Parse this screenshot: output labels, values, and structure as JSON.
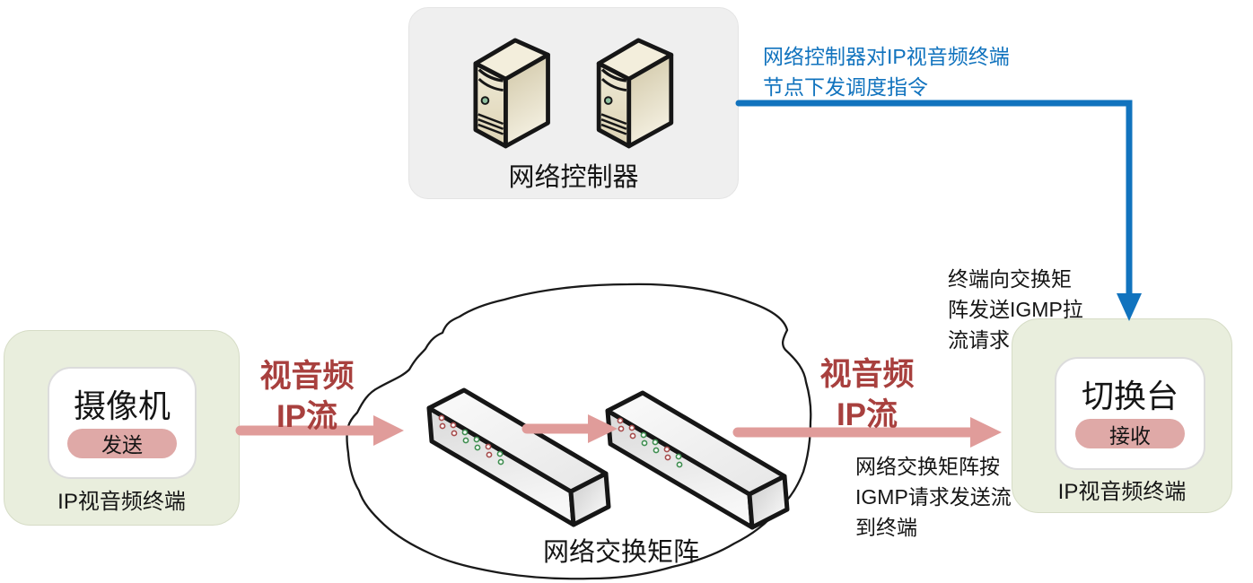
{
  "colors": {
    "controller_blue": "#1173BE",
    "stream_pink": "#E09C9A",
    "stream_text_red": "#A8403E",
    "terminal_bg_green": "#E9EEDD",
    "badge_pink": "#DFA9A7",
    "controller_box_gray": "#EFEFEF",
    "outline_black": "#161616",
    "led_red": "#A64C4C",
    "led_green": "#3F8E50"
  },
  "icons": {
    "server": "server-tower-icon",
    "switch": "network-switch-icon",
    "cloud": "network-cloud-shape",
    "arrow": "stream-arrow-icon"
  },
  "controller": {
    "label": "网络控制器"
  },
  "camera_terminal": {
    "device": "摄像机",
    "badge": "发送",
    "caption": "IP视音频终端"
  },
  "switcher_terminal": {
    "device": "切换台",
    "badge": "接收",
    "caption": "IP视音频终端"
  },
  "switch_matrix": {
    "label": "网络交换矩阵"
  },
  "annotations": {
    "controller_command": {
      "lines": [
        "网络控制器对IP视音频终端",
        "节点下发调度指令"
      ]
    },
    "stream_left": {
      "lines": [
        "视音频",
        "IP流"
      ]
    },
    "stream_right": {
      "lines": [
        "视音频",
        "IP流"
      ]
    },
    "igmp_pull": {
      "lines": [
        "终端向交换矩",
        "阵发送IGMP拉",
        "流请求"
      ]
    },
    "igmp_forward": {
      "lines": [
        "网络交换矩阵按",
        "IGMP请求发送流",
        "到终端"
      ]
    }
  }
}
